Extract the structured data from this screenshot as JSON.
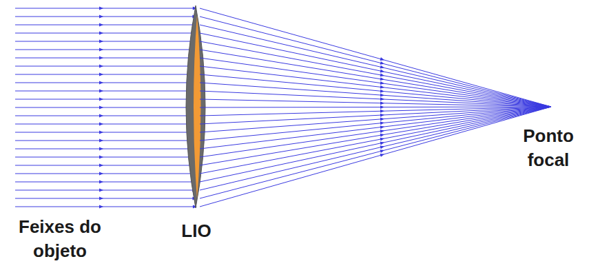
{
  "diagram": {
    "labels": [
      "Feixes do objeto",
      "LIO",
      "Ponto focal"
    ]
  }
}
